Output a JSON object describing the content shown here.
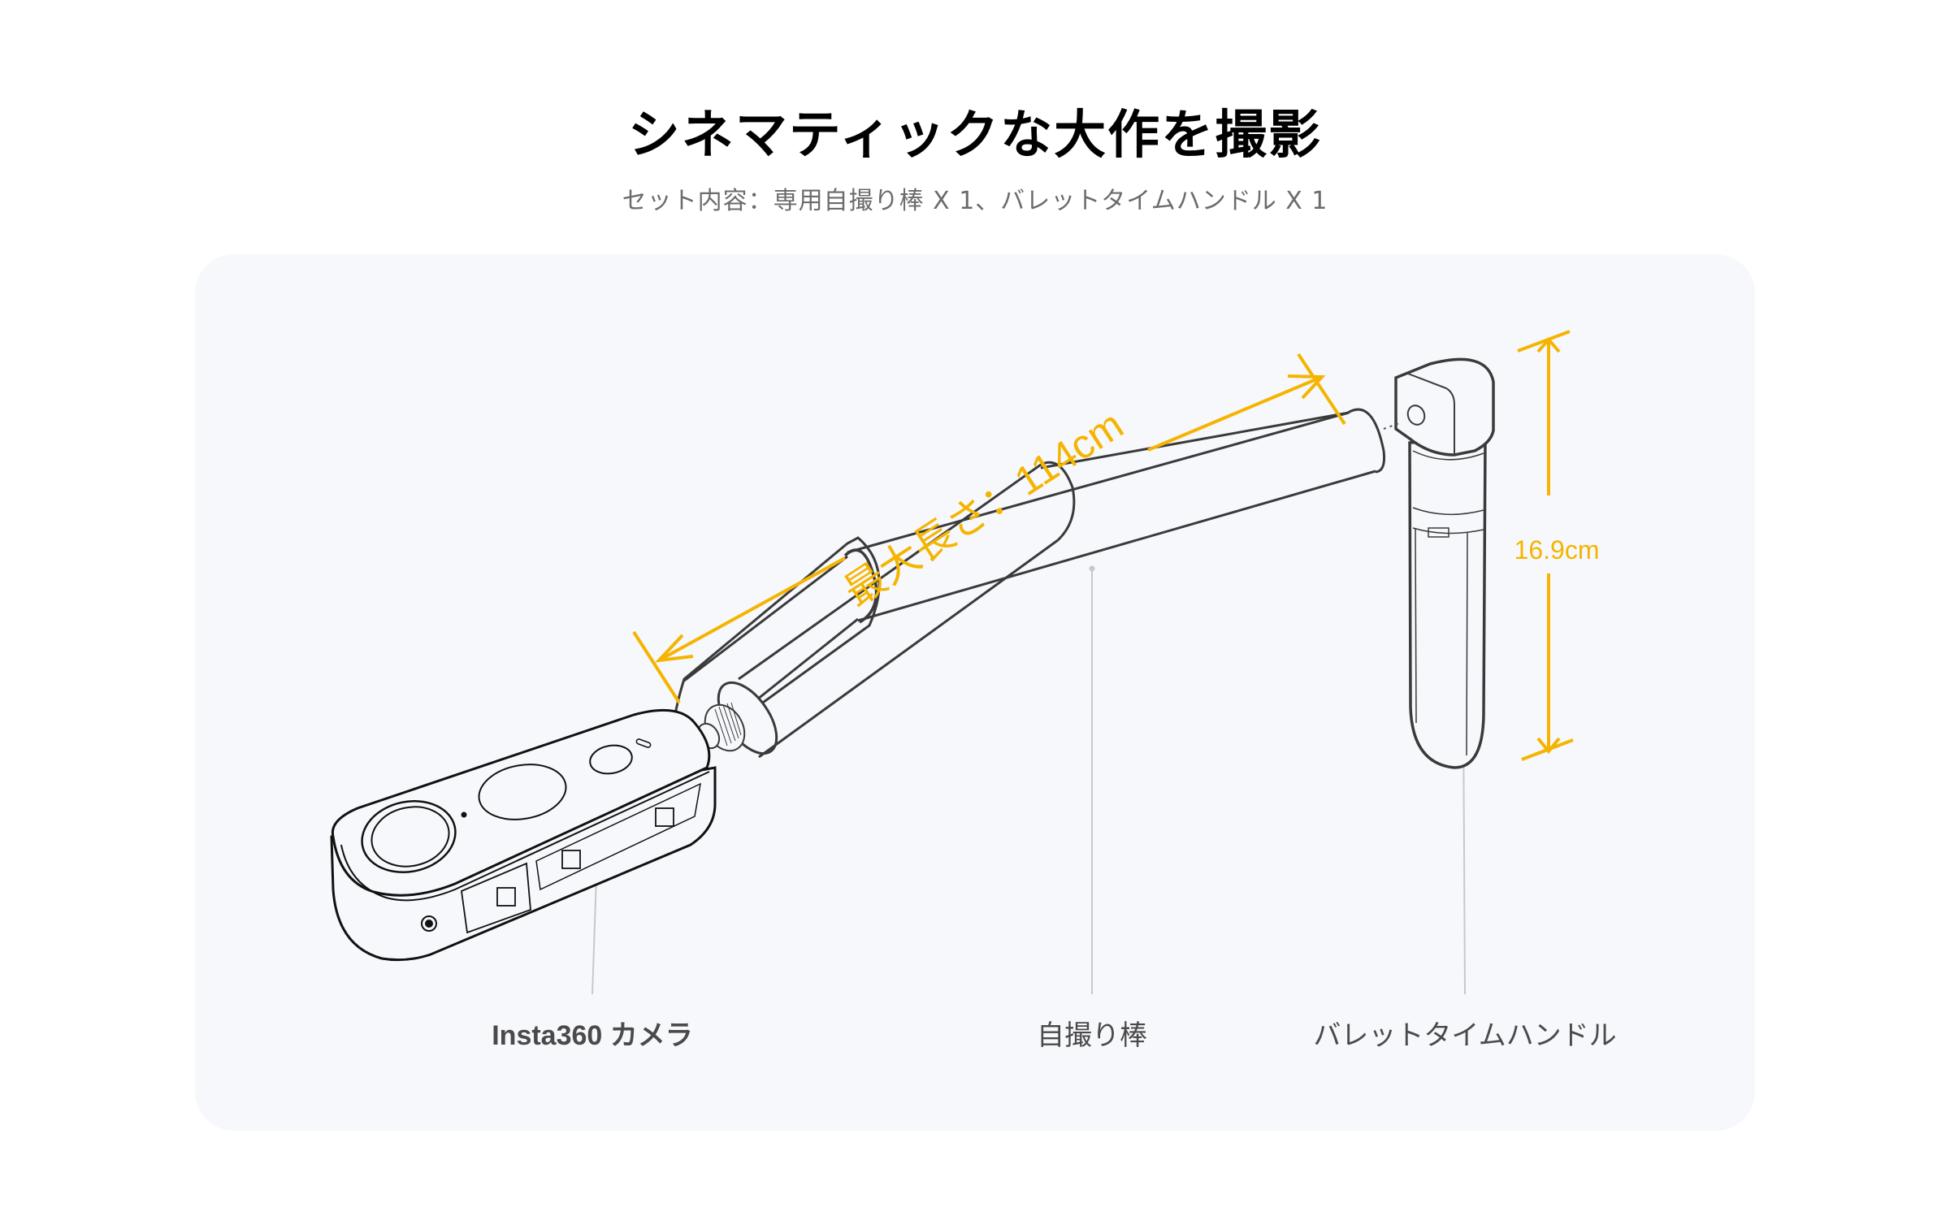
{
  "header": {
    "title": "シネマティックな大作を撮影",
    "subtitle": "セット内容：専用自撮り棒 X 1、バレットタイムハンドル X 1"
  },
  "illustration": {
    "background_color": "#f7f8fc",
    "accent_color": "#f5b400",
    "line_color": "#3a3a3a",
    "leader_color": "#c8c8c8",
    "dimensions": {
      "pole_length": "最大長さ：114cm",
      "handle_height": "16.9cm"
    },
    "labels": {
      "camera": "Insta360 カメラ",
      "selfie_stick": "自撮り棒",
      "bullet_time_handle": "バレットタイムハンドル"
    }
  }
}
